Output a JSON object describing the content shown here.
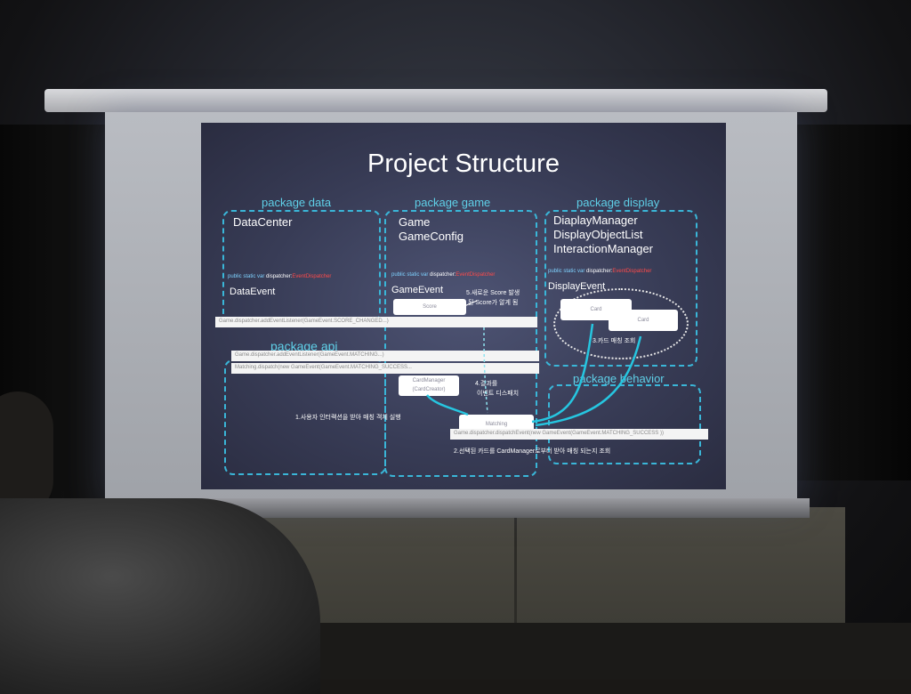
{
  "slide": {
    "title": "Project Structure",
    "packages": {
      "data": {
        "label": "package data",
        "classes": [
          "DataCenter"
        ],
        "dispatcher": {
          "prefix": "public static var",
          "name": "dispatcher:",
          "type": "EventDispatcher"
        },
        "event": "DataEvent"
      },
      "game": {
        "label": "package game",
        "classes": [
          "Game",
          "GameConfig"
        ],
        "dispatcher": {
          "prefix": "public static var",
          "name": "dispatcher:",
          "type": "EventDispatcher"
        },
        "event": "GameEvent"
      },
      "display": {
        "label": "package display",
        "classes": [
          "DiaplayManager",
          "DisplayObjectList",
          "InteractionManager"
        ],
        "dispatcher": {
          "prefix": "public static var",
          "name": "dispatcher:",
          "type": "EventDispatcher"
        },
        "event": "DisplayEvent"
      },
      "api": {
        "label": "package api"
      },
      "behavior": {
        "label": "package behavior"
      }
    },
    "nodes": {
      "score": "Score",
      "card_manager": "CardManager\n(CardCreator)",
      "matching": "Matching",
      "card_a": "Card",
      "card_b": "Card"
    },
    "bars": {
      "bar1": "Game.dispatcher.addEventListener(GameEvent.SCORE_CHANGED...)",
      "bar2": "Game.dispatcher.addEventListener(GameEvent.MATCHING...)",
      "bar3": "Matching.dispatch(new GameEvent(GameEvent.MATCHING_SUCCESS...",
      "bar4": "Game.dispatcher.dispatchEvent(new GameEvent(GameEvent.MATCHING_SUCCESS ))"
    },
    "annotations": {
      "step1": "1.사용자 인터랙션을 받아 매칭 객체 실행",
      "step2": "2.선택된 카드를 CardManager로부터 받아 매칭 되는지 조회",
      "step3": "3.카드 매칭 조회",
      "step4_line1": "4.결과를",
      "step4_line2": "이벤트 디스패치",
      "step5_line1": "5.새로운 Score 발생",
      "step5_line2": "된 Score가 알게 됨"
    },
    "colors": {
      "accent": "#3ab6d8",
      "label": "#5fd0e8",
      "arrow": "#26c6e0",
      "highlight": "#ff4a4a"
    }
  }
}
